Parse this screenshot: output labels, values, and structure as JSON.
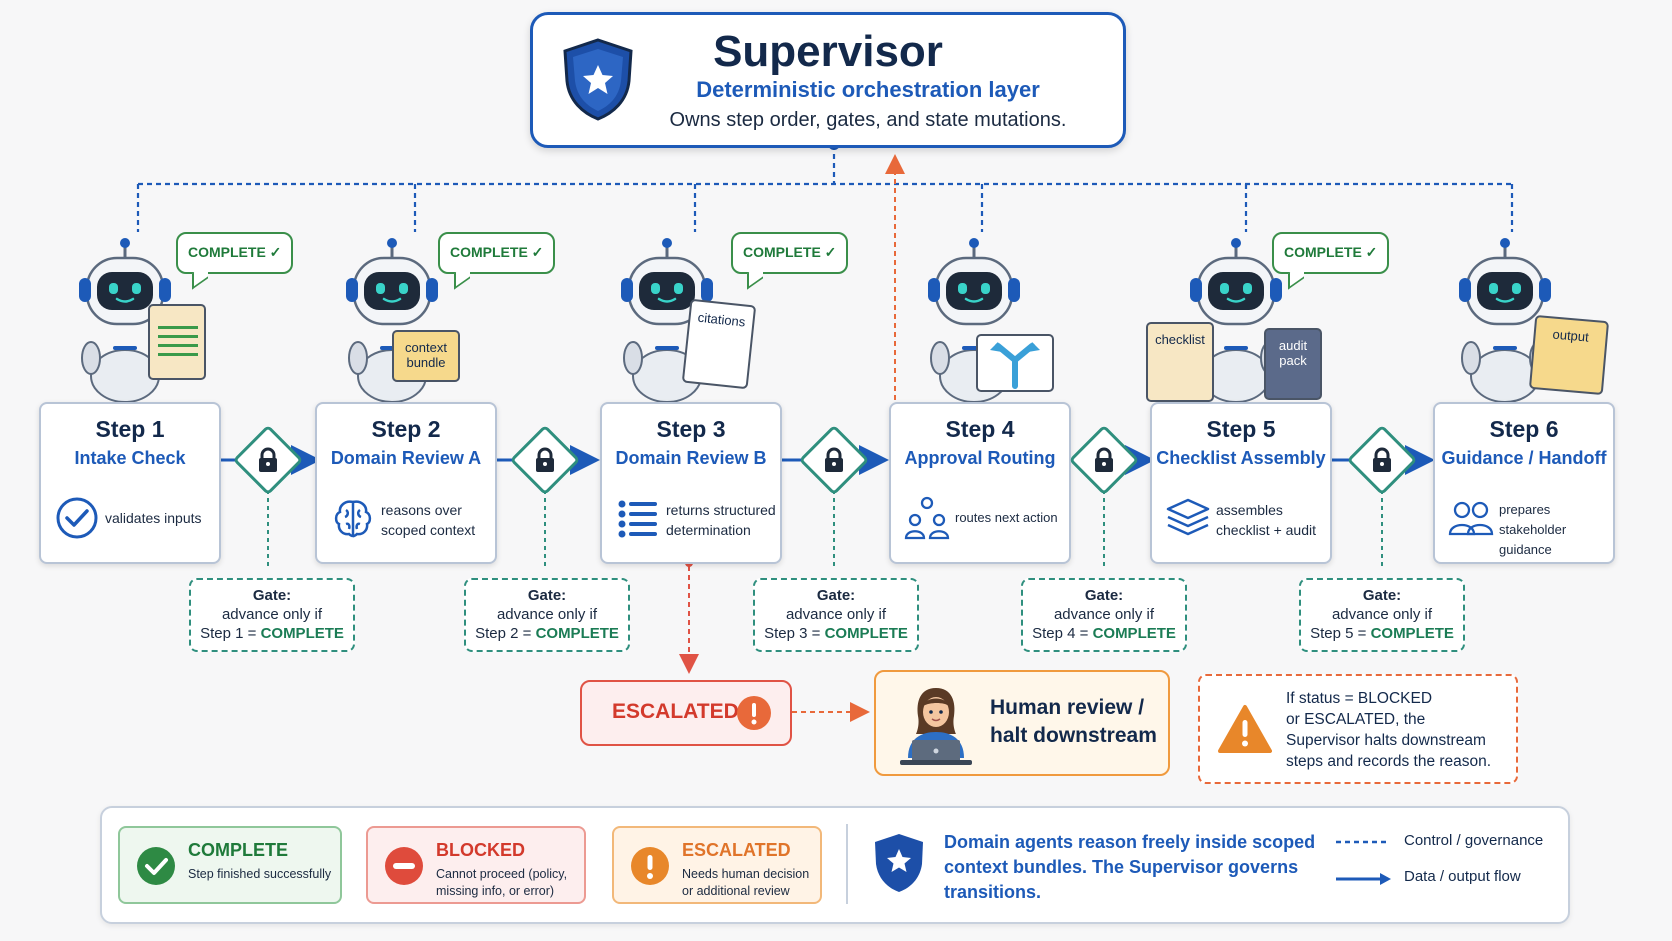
{
  "supervisor": {
    "title": "Supervisor",
    "subtitle": "Deterministic orchestration layer",
    "description": "Owns step order, gates, and state mutations."
  },
  "steps": [
    {
      "num": "Step 1",
      "name": "Intake Check",
      "desc": "validates inputs",
      "icon": "check-circle-icon"
    },
    {
      "num": "Step 2",
      "name": "Domain Review A",
      "desc": "reasons over scoped context",
      "icon": "brain-icon"
    },
    {
      "num": "Step 3",
      "name": "Domain Review B",
      "desc": "returns structured determination",
      "icon": "list-icon"
    },
    {
      "num": "Step 4",
      "name": "Approval Routing",
      "desc": "routes next action",
      "icon": "people-flow-icon"
    },
    {
      "num": "Step 5",
      "name": "Checklist Assembly",
      "desc": "assembles checklist + audit",
      "icon": "layers-icon"
    },
    {
      "num": "Step 6",
      "name": "Guidance / Handoff",
      "desc": "prepares stakeholder guidance",
      "icon": "users-icon"
    }
  ],
  "bubbles": [
    "COMPLETE ✓",
    "COMPLETE ✓",
    "COMPLETE ✓",
    "COMPLETE ✓"
  ],
  "robot_props": {
    "bundle": "context bundle",
    "citations": "citations",
    "checklist": "checklist",
    "audit": "audit pack",
    "output": "output"
  },
  "gates": [
    {
      "label": "Gate:",
      "line2": "advance only if",
      "cond": "Step 1 = ",
      "status": "COMPLETE"
    },
    {
      "label": "Gate:",
      "line2": "advance only if",
      "cond": "Step 2 = ",
      "status": "COMPLETE"
    },
    {
      "label": "Gate:",
      "line2": "advance only if",
      "cond": "Step 3 = ",
      "status": "COMPLETE"
    },
    {
      "label": "Gate:",
      "line2": "advance only if",
      "cond": "Step 4 = ",
      "status": "COMPLETE"
    },
    {
      "label": "Gate:",
      "line2": "advance only if",
      "cond": "Step 5 = ",
      "status": "COMPLETE"
    }
  ],
  "escalated": {
    "label": "ESCALATED!",
    "icon": "exclamation-icon"
  },
  "human": {
    "line1": "Human review /",
    "line2": "halt downstream"
  },
  "note": {
    "l1": "If status = BLOCKED",
    "l2": "or ESCALATED, the",
    "l3": "Supervisor halts downstream",
    "l4": "steps and records the reason."
  },
  "legend": {
    "complete": {
      "title": "COMPLETE",
      "desc1": "Step finished successfully",
      "desc2": ""
    },
    "blocked": {
      "title": "BLOCKED",
      "desc1": "Cannot proceed (policy,",
      "desc2": "missing info, or error)"
    },
    "escalated": {
      "title": "ESCALATED",
      "desc1": "Needs human decision",
      "desc2": "or additional review"
    },
    "statement": "Domain agents reason freely inside scoped context bundles. The Supervisor governs transitions.",
    "control": "Control / governance",
    "data": "Data / output flow"
  },
  "colors": {
    "primary_blue": "#1d5ab8",
    "teal_gate": "#2f8f7e",
    "complete_green": "#1f7a3a",
    "blocked_red": "#d33a2c",
    "escalated_orange": "#e8872a"
  }
}
